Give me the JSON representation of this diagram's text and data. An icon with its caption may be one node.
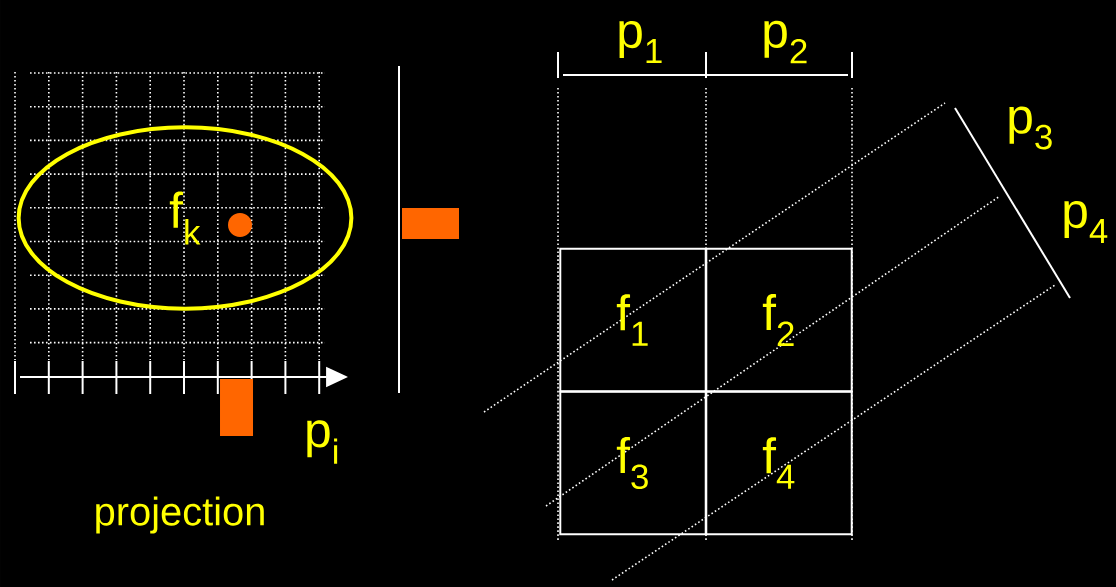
{
  "diagram": {
    "nodes": [
      {
        "text": [
          "f$_{k}$"
        ]
      },
      {
        "text": [
          "f$_{1}$"
        ]
      },
      {
        "text": [
          "f$_{2}$"
        ]
      },
      {
        "text": [
          "f$_{3}$"
        ]
      },
      {
        "text": [
          "f$_{4}$"
        ]
      }
    ],
    "labels": [
      "p$_{1}$",
      "p$_{2}$",
      "p$_{3}$",
      "p$_{4}$",
      "p$_{i}$",
      "projection"
    ]
  }
}
